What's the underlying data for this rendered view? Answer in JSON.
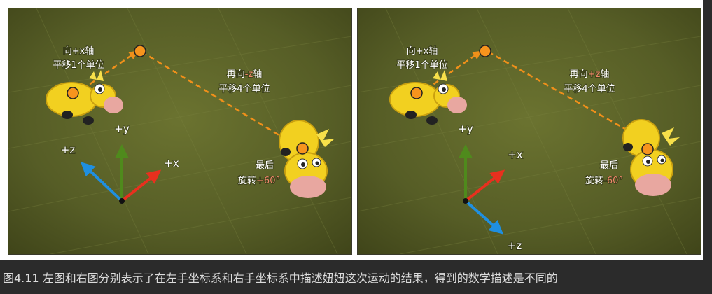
{
  "left_panel": {
    "step1_line1": "向+x轴",
    "step1_line2": "平移1个单位",
    "step2_line1_pre": "再向",
    "step2_line1_accent": "-z",
    "step2_line1_post": "轴",
    "step2_line2": "平移4个单位",
    "final_line1": "最后",
    "final_line2_pre": "旋转",
    "final_line2_accent": "+60°",
    "axis_x": "+x",
    "axis_y": "+y",
    "axis_z": "+z"
  },
  "right_panel": {
    "step1_line1": "向+x轴",
    "step1_line2": "平移1个单位",
    "step2_line1_pre": "再向",
    "step2_line1_accent": "+z",
    "step2_line1_post": "轴",
    "step2_line2": "平移4个单位",
    "final_line1": "最后",
    "final_line2_pre": "旋转",
    "final_line2_accent": "-60°",
    "axis_x": "+x",
    "axis_y": "+y",
    "axis_z": "+z"
  },
  "caption": "图4.11 左图和右图分别表示了在左手坐标系和右手坐标系中描述妞妞这次运动的结果，得到的数学描述是不同的",
  "colors": {
    "axis_x": "#e8301e",
    "axis_y": "#4f8a1c",
    "axis_z": "#1f8fe0",
    "path": "#f0901a",
    "marker": "#f7941d",
    "accent_text": "#f08a6a",
    "ground": "#5b6228"
  }
}
